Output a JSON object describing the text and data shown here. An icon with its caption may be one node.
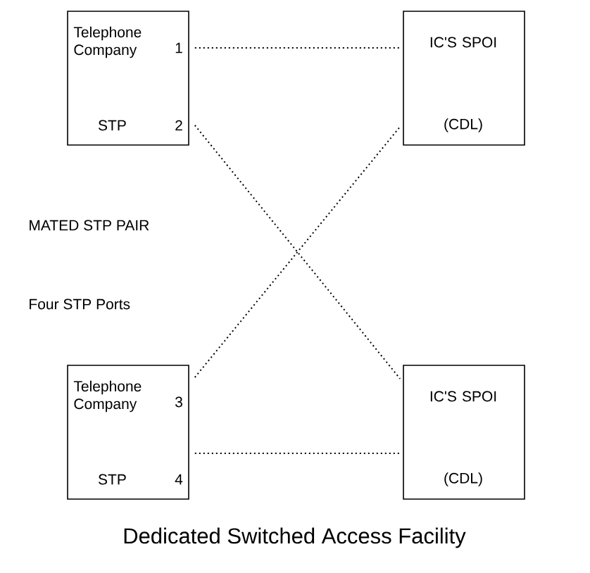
{
  "diagram": {
    "caption": "Dedicated Switched Access Facility",
    "nodes": [
      {
        "text": [
          "Telephone Company",
          "1",
          "STP",
          "2"
        ]
      },
      {
        "text": [
          "IC'S SPOI",
          "(CDL)"
        ]
      },
      {
        "text": [
          "Telephone Company",
          "3",
          "STP",
          "4"
        ]
      },
      {
        "text": [
          "IC'S SPOI",
          "(CDL)"
        ]
      }
    ],
    "edges": [
      {
        "from": 0,
        "to": 1,
        "arrow": "none"
      },
      {
        "from": 0,
        "to": 3,
        "arrow": "none"
      },
      {
        "from": 2,
        "to": 1,
        "arrow": "none"
      },
      {
        "from": 2,
        "to": 3,
        "arrow": "none"
      }
    ],
    "labels": [
      "MATED STP PAIR",
      "Four STP Ports"
    ]
  }
}
